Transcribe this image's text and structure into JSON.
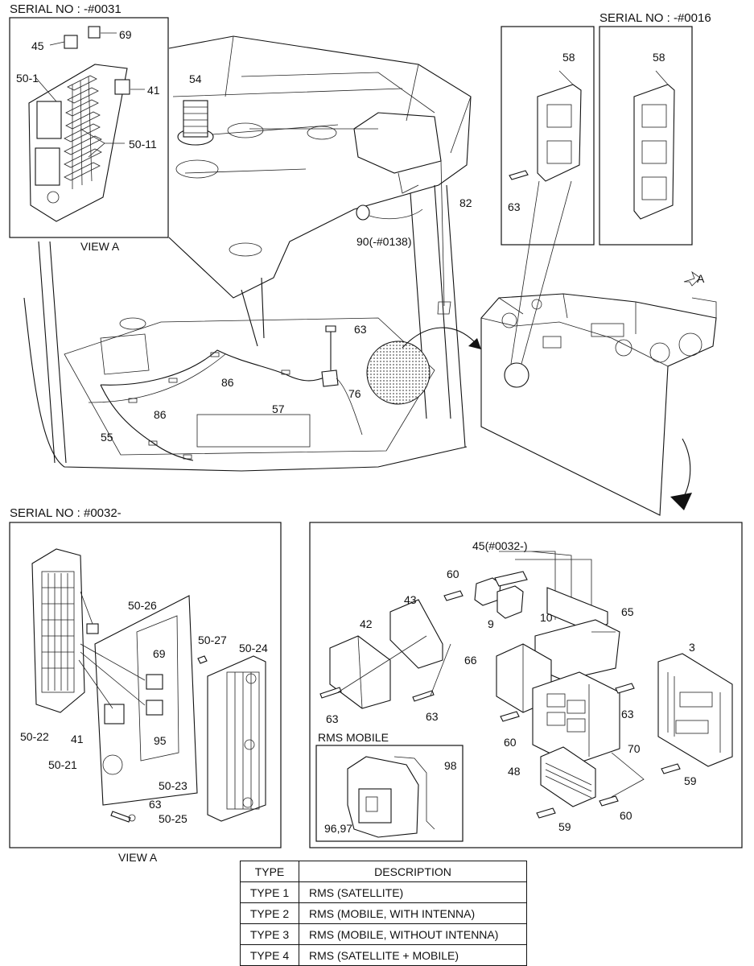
{
  "headers": {
    "serial_top_left": "SERIAL NO : -#0031",
    "serial_top_right": "SERIAL NO : -#0016",
    "serial_mid_left": "SERIAL NO : #0032-",
    "rms_mobile": "RMS MOBILE",
    "view_a_top": "VIEW A",
    "view_a_bottom": "VIEW A",
    "arrow_a": "A"
  },
  "callouts": {
    "n45": "45",
    "n69": "69",
    "n50_1": "50-1",
    "n41": "41",
    "n50_11": "50-11",
    "n54": "54",
    "n82": "82",
    "n90": "90(-#0138)",
    "n63_main": "63",
    "n86_a": "86",
    "n76": "76",
    "n57": "57",
    "n86_b": "86",
    "n55": "55",
    "n58_a": "58",
    "n63_ctrl": "63",
    "n58_b": "58",
    "n50_26": "50-26",
    "n50_27": "50-27",
    "n50_24": "50-24",
    "n69_b": "69",
    "n95": "95",
    "n41_b": "41",
    "n50_22": "50-22",
    "n50_21": "50-21",
    "n50_23": "50-23",
    "n63_b": "63",
    "n50_25": "50-25",
    "n45_b": "45(#0032-)",
    "n60_a": "60",
    "n43": "43",
    "n42": "42",
    "n9": "9",
    "n10": "10",
    "n65": "65",
    "n66": "66",
    "n3": "3",
    "n63_c": "63",
    "n63_d": "63",
    "n63_e": "63",
    "n60_b": "60",
    "n70": "70",
    "n98": "98",
    "n48": "48",
    "n59_a": "59",
    "n96_97": "96,97",
    "n59_b": "59",
    "n60_c": "60"
  },
  "type_table": {
    "header_type": "TYPE",
    "header_desc": "DESCRIPTION",
    "rows": [
      {
        "type": "TYPE 1",
        "desc": "RMS (SATELLITE)"
      },
      {
        "type": "TYPE 2",
        "desc": "RMS (MOBILE, WITH INTENNA)"
      },
      {
        "type": "TYPE 3",
        "desc": "RMS (MOBILE, WITHOUT INTENNA)"
      },
      {
        "type": "TYPE 4",
        "desc": "RMS (SATELLITE + MOBILE)"
      }
    ]
  }
}
